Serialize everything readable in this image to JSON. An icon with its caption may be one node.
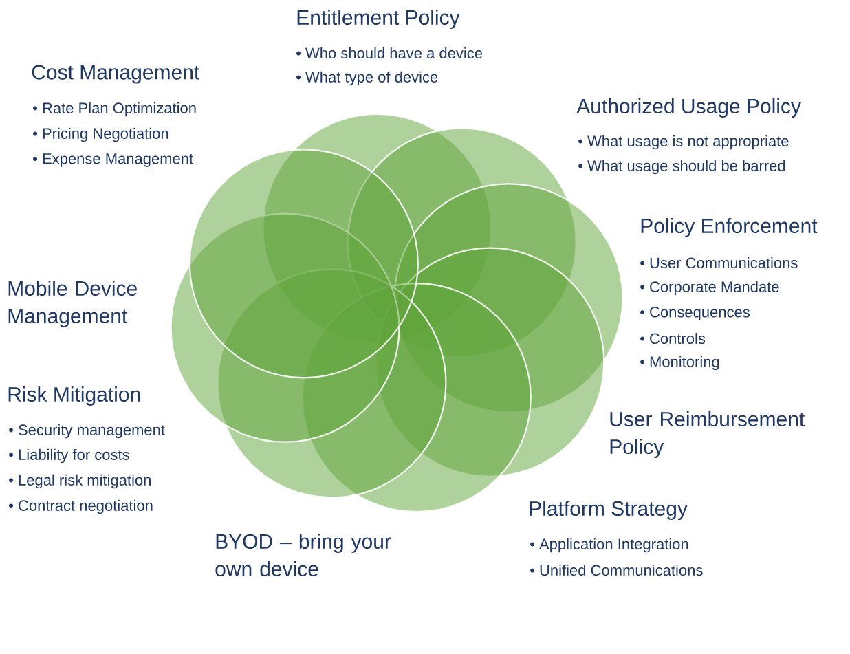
{
  "diagram": {
    "nodes": [
      {
        "text": [],
        "shape": "circle"
      },
      {
        "text": [],
        "shape": "circle"
      },
      {
        "text": [],
        "shape": "circle"
      },
      {
        "text": [],
        "shape": "circle"
      },
      {
        "text": [],
        "shape": "circle"
      },
      {
        "text": [],
        "shape": "circle"
      },
      {
        "text": [],
        "shape": "circle"
      },
      {
        "text": [],
        "shape": "circle"
      }
    ],
    "labels": [
      "Entitlement Policy",
      "• Who should have a device",
      "• What type of device",
      "Cost Management",
      "• Rate Plan Optimization",
      "• Pricing Negotiation",
      "• Expense Management",
      "Authorized Usage Policy",
      "• What usage is not appropriate",
      "• What usage should be barred",
      "Policy Enforcement",
      "• User Communications",
      "• Corporate Mandate",
      "• Consequences",
      "• Controls",
      "• Monitoring",
      "Mobile Device Management",
      "Risk Mitigation",
      "• Security management",
      "• Liability for costs",
      "• Legal risk mitigation",
      "• Contract negotiation",
      "User Reimbursement Policy",
      "Platform Strategy",
      "• Application Integration",
      "• Unified Communications",
      "BYOD – bring your own device"
    ]
  }
}
